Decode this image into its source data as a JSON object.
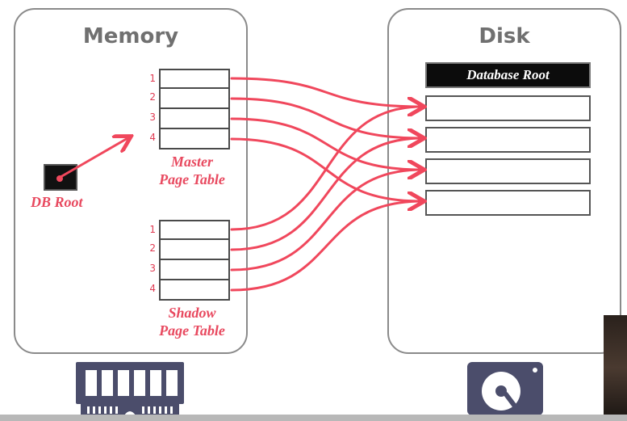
{
  "memory": {
    "title": "Memory",
    "db_root_label": "DB Root",
    "master_table": {
      "label_line1": "Master",
      "label_line2": "Page Table",
      "rows": [
        "1",
        "2",
        "3",
        "4"
      ]
    },
    "shadow_table": {
      "label_line1": "Shadow",
      "label_line2": "Page Table",
      "rows": [
        "1",
        "2",
        "3",
        "4"
      ]
    },
    "icon": "ram-module-icon"
  },
  "disk": {
    "title": "Disk",
    "database_root_label": "Database Root",
    "page_count": 4,
    "icon": "hard-drive-icon"
  },
  "colors": {
    "arrow": "#f0475c",
    "label": "#e8495f",
    "panel_border": "#8a8a8a",
    "title": "#707070",
    "icon": "#4b4d6b"
  }
}
